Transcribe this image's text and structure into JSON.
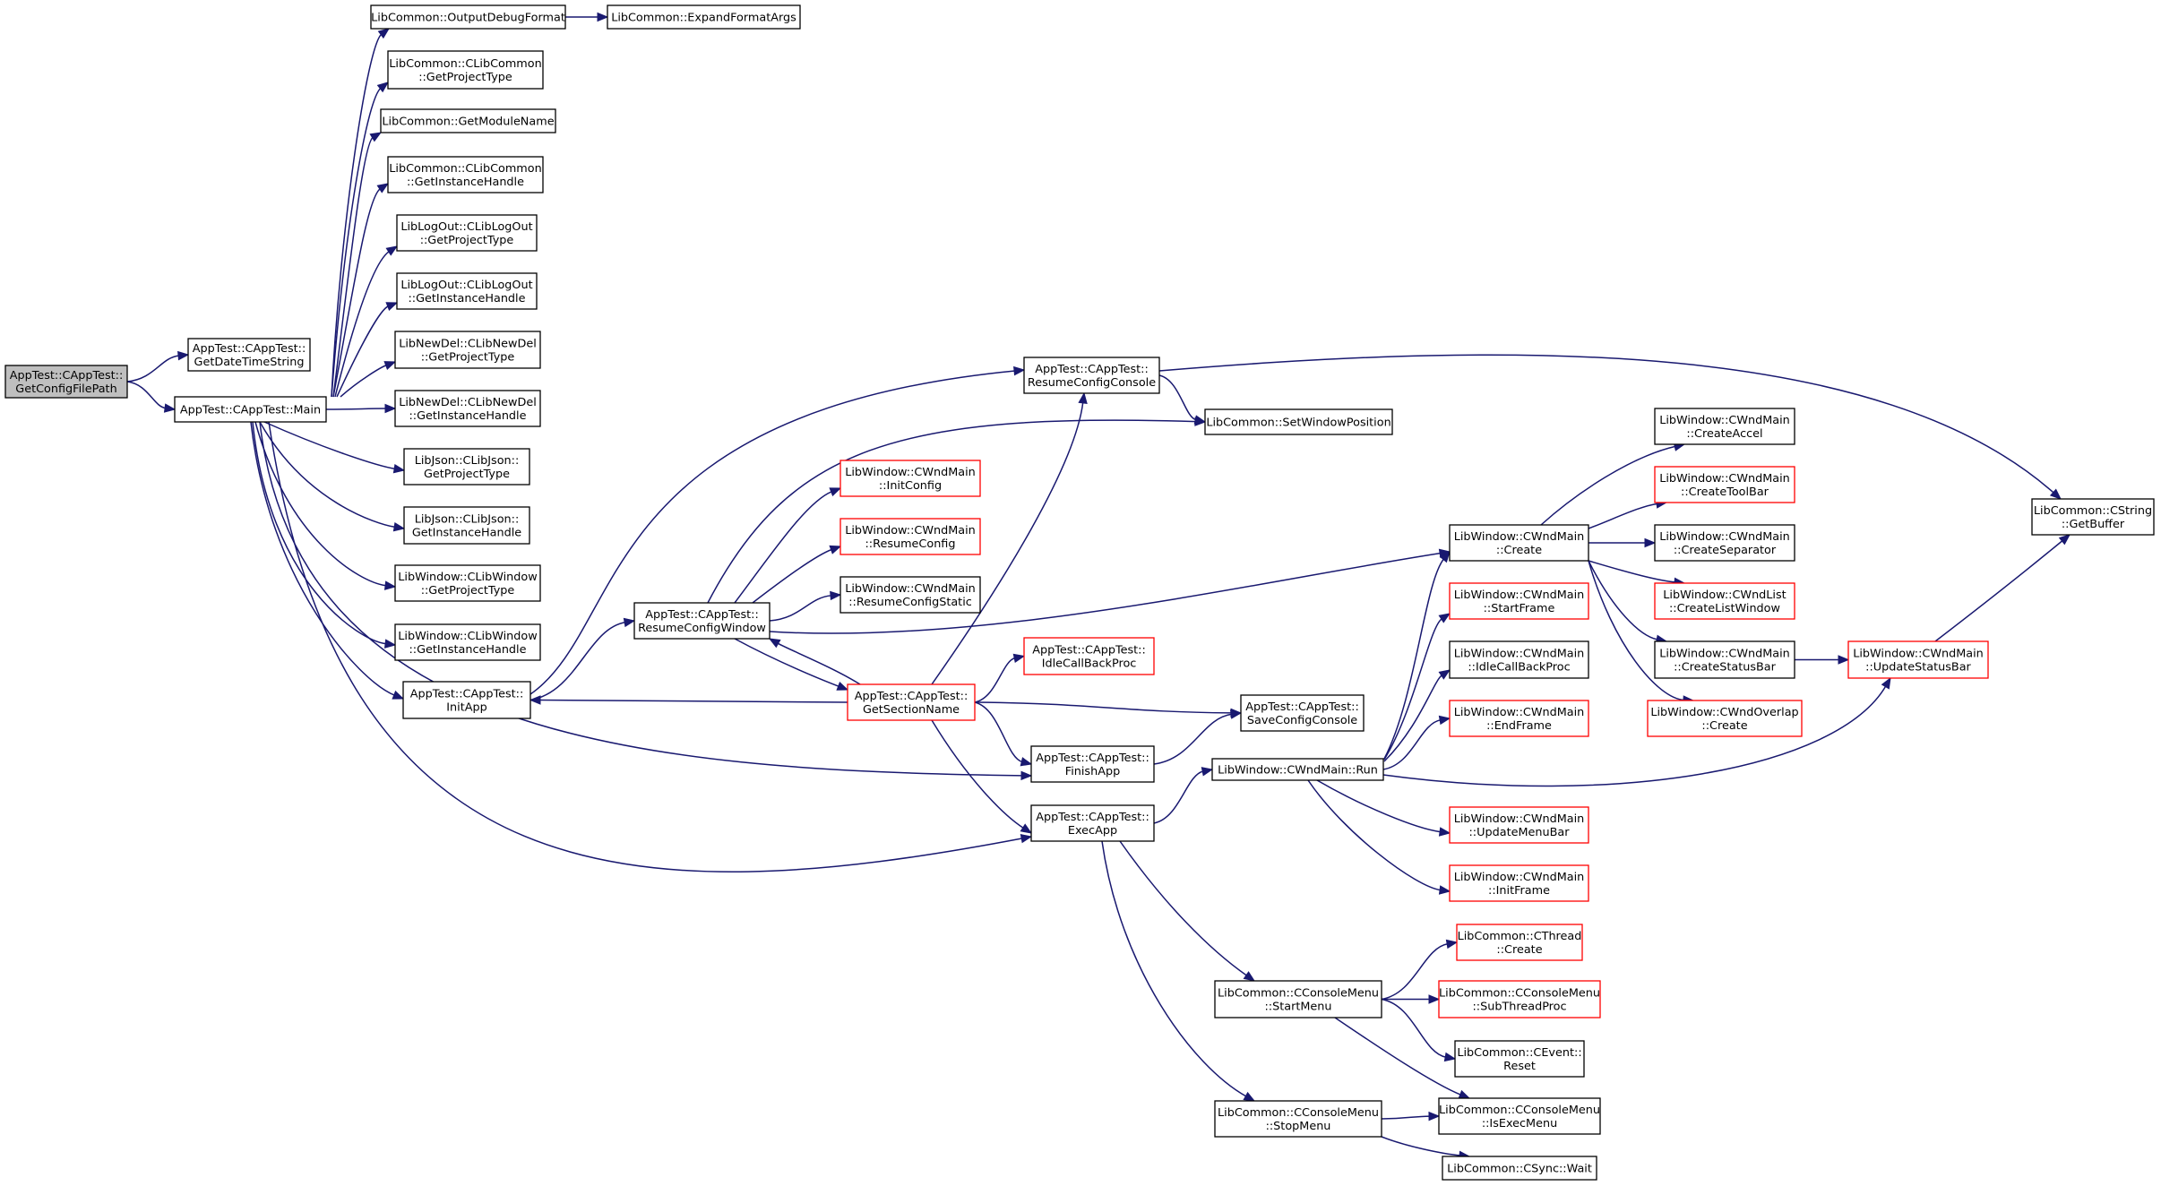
{
  "colors": {
    "edge": "#191970",
    "node_border": "#000000",
    "node_border_truncated": "#ff0000",
    "node_fill": "#ffffff",
    "root_fill": "#bfbfbf",
    "text": "#000000"
  },
  "nodes": [
    {
      "id": "root",
      "lines": [
        "AppTest::CAppTest::",
        "GetConfigFilePath"
      ],
      "root": true
    },
    {
      "id": "getdatetime",
      "lines": [
        "AppTest::CAppTest::",
        "GetDateTimeString"
      ]
    },
    {
      "id": "main",
      "lines": [
        "AppTest::CAppTest::Main"
      ]
    },
    {
      "id": "outputdebug",
      "lines": [
        "LibCommon::OutputDebugFormat"
      ]
    },
    {
      "id": "expandformat",
      "lines": [
        "LibCommon::ExpandFormatArgs"
      ]
    },
    {
      "id": "lc_getprojtype",
      "lines": [
        "LibCommon::CLibCommon",
        "::GetProjectType"
      ]
    },
    {
      "id": "lc_getmodname",
      "lines": [
        "LibCommon::GetModuleName"
      ]
    },
    {
      "id": "lc_getinst",
      "lines": [
        "LibCommon::CLibCommon",
        "::GetInstanceHandle"
      ]
    },
    {
      "id": "lo_getprojtype",
      "lines": [
        "LibLogOut::CLibLogOut",
        "::GetProjectType"
      ]
    },
    {
      "id": "lo_getinst",
      "lines": [
        "LibLogOut::CLibLogOut",
        "::GetInstanceHandle"
      ]
    },
    {
      "id": "nd_getprojtype",
      "lines": [
        "LibNewDel::CLibNewDel",
        "::GetProjectType"
      ]
    },
    {
      "id": "nd_getinst",
      "lines": [
        "LibNewDel::CLibNewDel",
        "::GetInstanceHandle"
      ]
    },
    {
      "id": "js_getprojtype",
      "lines": [
        "LibJson::CLibJson::",
        "GetProjectType"
      ]
    },
    {
      "id": "js_getinst",
      "lines": [
        "LibJson::CLibJson::",
        "GetInstanceHandle"
      ]
    },
    {
      "id": "wn_getprojtype",
      "lines": [
        "LibWindow::CLibWindow",
        "::GetProjectType"
      ]
    },
    {
      "id": "wn_getinst",
      "lines": [
        "LibWindow::CLibWindow",
        "::GetInstanceHandle"
      ]
    },
    {
      "id": "initapp",
      "lines": [
        "AppTest::CAppTest::",
        "InitApp"
      ]
    },
    {
      "id": "resumeconsole",
      "lines": [
        "AppTest::CAppTest::",
        "ResumeConfigConsole"
      ]
    },
    {
      "id": "setwindowpos",
      "lines": [
        "LibCommon::SetWindowPosition"
      ]
    },
    {
      "id": "initconfig",
      "lines": [
        "LibWindow::CWndMain",
        "::InitConfig"
      ],
      "truncated": true
    },
    {
      "id": "resumeconfig",
      "lines": [
        "LibWindow::CWndMain",
        "::ResumeConfig"
      ],
      "truncated": true
    },
    {
      "id": "resumeconfigstatic",
      "lines": [
        "LibWindow::CWndMain",
        "::ResumeConfigStatic"
      ]
    },
    {
      "id": "resumewindow",
      "lines": [
        "AppTest::CAppTest::",
        "ResumeConfigWindow"
      ]
    },
    {
      "id": "getsection",
      "lines": [
        "AppTest::CAppTest::",
        "GetSectionName"
      ],
      "truncated": true
    },
    {
      "id": "idlecallback",
      "lines": [
        "AppTest::CAppTest::",
        "IdleCallBackProc"
      ],
      "truncated": true
    },
    {
      "id": "saveconsole",
      "lines": [
        "AppTest::CAppTest::",
        "SaveConfigConsole"
      ]
    },
    {
      "id": "finishapp",
      "lines": [
        "AppTest::CAppTest::",
        "FinishApp"
      ]
    },
    {
      "id": "execapp",
      "lines": [
        "AppTest::CAppTest::",
        "ExecApp"
      ]
    },
    {
      "id": "run",
      "lines": [
        "LibWindow::CWndMain::Run"
      ]
    },
    {
      "id": "create",
      "lines": [
        "LibWindow::CWndMain",
        "::Create"
      ]
    },
    {
      "id": "startframe",
      "lines": [
        "LibWindow::CWndMain",
        "::StartFrame"
      ],
      "truncated": true
    },
    {
      "id": "idlecbmain",
      "lines": [
        "LibWindow::CWndMain",
        "::IdleCallBackProc"
      ]
    },
    {
      "id": "endframe",
      "lines": [
        "LibWindow::CWndMain",
        "::EndFrame"
      ],
      "truncated": true
    },
    {
      "id": "updatemenubar",
      "lines": [
        "LibWindow::CWndMain",
        "::UpdateMenuBar"
      ],
      "truncated": true
    },
    {
      "id": "initframe",
      "lines": [
        "LibWindow::CWndMain",
        "::InitFrame"
      ],
      "truncated": true
    },
    {
      "id": "createaccel",
      "lines": [
        "LibWindow::CWndMain",
        "::CreateAccel"
      ]
    },
    {
      "id": "createtoolbar",
      "lines": [
        "LibWindow::CWndMain",
        "::CreateToolBar"
      ],
      "truncated": true
    },
    {
      "id": "createsep",
      "lines": [
        "LibWindow::CWndMain",
        "::CreateSeparator"
      ]
    },
    {
      "id": "createlistwin",
      "lines": [
        "LibWindow::CWndList",
        "::CreateListWindow"
      ],
      "truncated": true
    },
    {
      "id": "createstatusbar",
      "lines": [
        "LibWindow::CWndMain",
        "::CreateStatusBar"
      ]
    },
    {
      "id": "overlapcreate",
      "lines": [
        "LibWindow::CWndOverlap",
        "::Create"
      ],
      "truncated": true
    },
    {
      "id": "updatestatusbar",
      "lines": [
        "LibWindow::CWndMain",
        "::UpdateStatusBar"
      ],
      "truncated": true
    },
    {
      "id": "getbuffer",
      "lines": [
        "LibCommon::CString",
        "::GetBuffer"
      ]
    },
    {
      "id": "startmenu",
      "lines": [
        "LibCommon::CConsoleMenu",
        "::StartMenu"
      ]
    },
    {
      "id": "stopmenu",
      "lines": [
        "LibCommon::CConsoleMenu",
        "::StopMenu"
      ]
    },
    {
      "id": "threadcreate",
      "lines": [
        "LibCommon::CThread",
        "::Create"
      ],
      "truncated": true
    },
    {
      "id": "subthreadproc",
      "lines": [
        "LibCommon::CConsoleMenu",
        "::SubThreadProc"
      ],
      "truncated": true
    },
    {
      "id": "eventreset",
      "lines": [
        "LibCommon::CEvent::",
        "Reset"
      ]
    },
    {
      "id": "isexecmenu",
      "lines": [
        "LibCommon::CConsoleMenu",
        "::IsExecMenu"
      ]
    },
    {
      "id": "syncwait",
      "lines": [
        "LibCommon::CSync::Wait"
      ]
    }
  ],
  "edges": [
    [
      "root",
      "getdatetime"
    ],
    [
      "root",
      "main"
    ],
    [
      "main",
      "outputdebug"
    ],
    [
      "outputdebug",
      "expandformat"
    ],
    [
      "main",
      "lc_getprojtype"
    ],
    [
      "main",
      "lc_getmodname"
    ],
    [
      "main",
      "lc_getinst"
    ],
    [
      "main",
      "lo_getprojtype"
    ],
    [
      "main",
      "lo_getinst"
    ],
    [
      "main",
      "nd_getprojtype"
    ],
    [
      "main",
      "nd_getinst"
    ],
    [
      "main",
      "js_getprojtype"
    ],
    [
      "main",
      "js_getinst"
    ],
    [
      "main",
      "wn_getprojtype"
    ],
    [
      "main",
      "wn_getinst"
    ],
    [
      "main",
      "initapp"
    ],
    [
      "main",
      "finishapp"
    ],
    [
      "main",
      "execapp"
    ],
    [
      "initapp",
      "resumeconsole"
    ],
    [
      "initapp",
      "resumewindow"
    ],
    [
      "resumeconsole",
      "setwindowpos"
    ],
    [
      "resumeconsole",
      "getbuffer"
    ],
    [
      "resumewindow",
      "setwindowpos"
    ],
    [
      "resumewindow",
      "initconfig"
    ],
    [
      "resumewindow",
      "resumeconfig"
    ],
    [
      "resumewindow",
      "resumeconfigstatic"
    ],
    [
      "resumewindow",
      "getsection"
    ],
    [
      "resumewindow",
      "create"
    ],
    [
      "getsection",
      "resumewindow"
    ],
    [
      "getsection",
      "initapp"
    ],
    [
      "getsection",
      "resumeconsole"
    ],
    [
      "getsection",
      "idlecallback"
    ],
    [
      "getsection",
      "saveconsole"
    ],
    [
      "getsection",
      "finishapp"
    ],
    [
      "getsection",
      "execapp"
    ],
    [
      "finishapp",
      "saveconsole"
    ],
    [
      "execapp",
      "run"
    ],
    [
      "execapp",
      "startmenu"
    ],
    [
      "execapp",
      "stopmenu"
    ],
    [
      "run",
      "create"
    ],
    [
      "run",
      "startframe"
    ],
    [
      "run",
      "idlecbmain"
    ],
    [
      "run",
      "endframe"
    ],
    [
      "run",
      "updatemenubar"
    ],
    [
      "run",
      "initframe"
    ],
    [
      "run",
      "updatestatusbar"
    ],
    [
      "create",
      "createaccel"
    ],
    [
      "create",
      "createtoolbar"
    ],
    [
      "create",
      "createsep"
    ],
    [
      "create",
      "createlistwin"
    ],
    [
      "create",
      "createstatusbar"
    ],
    [
      "create",
      "overlapcreate"
    ],
    [
      "createstatusbar",
      "updatestatusbar"
    ],
    [
      "updatestatusbar",
      "getbuffer"
    ],
    [
      "startmenu",
      "threadcreate"
    ],
    [
      "startmenu",
      "subthreadproc"
    ],
    [
      "startmenu",
      "eventreset"
    ],
    [
      "startmenu",
      "isexecmenu"
    ],
    [
      "stopmenu",
      "isexecmenu"
    ],
    [
      "stopmenu",
      "syncwait"
    ]
  ]
}
